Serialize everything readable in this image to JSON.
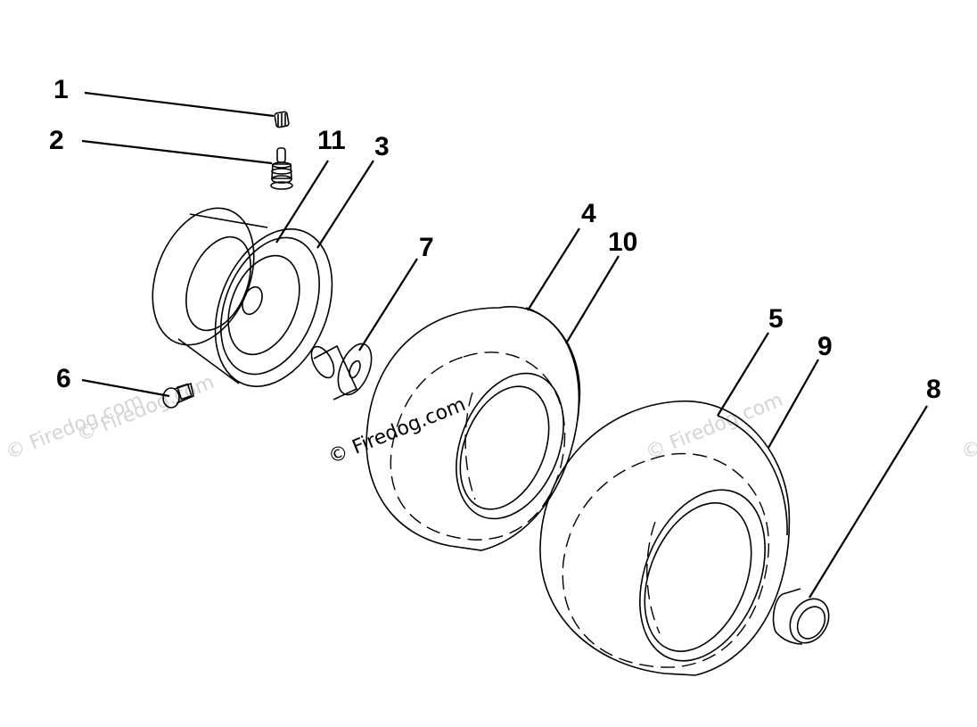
{
  "callouts": [
    {
      "id": "1",
      "label": "1"
    },
    {
      "id": "2",
      "label": "2"
    },
    {
      "id": "11",
      "label": "11"
    },
    {
      "id": "3",
      "label": "3"
    },
    {
      "id": "7",
      "label": "7"
    },
    {
      "id": "4",
      "label": "4"
    },
    {
      "id": "10",
      "label": "10"
    },
    {
      "id": "5",
      "label": "5"
    },
    {
      "id": "9",
      "label": "9"
    },
    {
      "id": "6",
      "label": "6"
    },
    {
      "id": "8",
      "label": "8"
    }
  ],
  "watermark": {
    "main": "© Firedog.com",
    "faint": "© Firedog.com"
  }
}
